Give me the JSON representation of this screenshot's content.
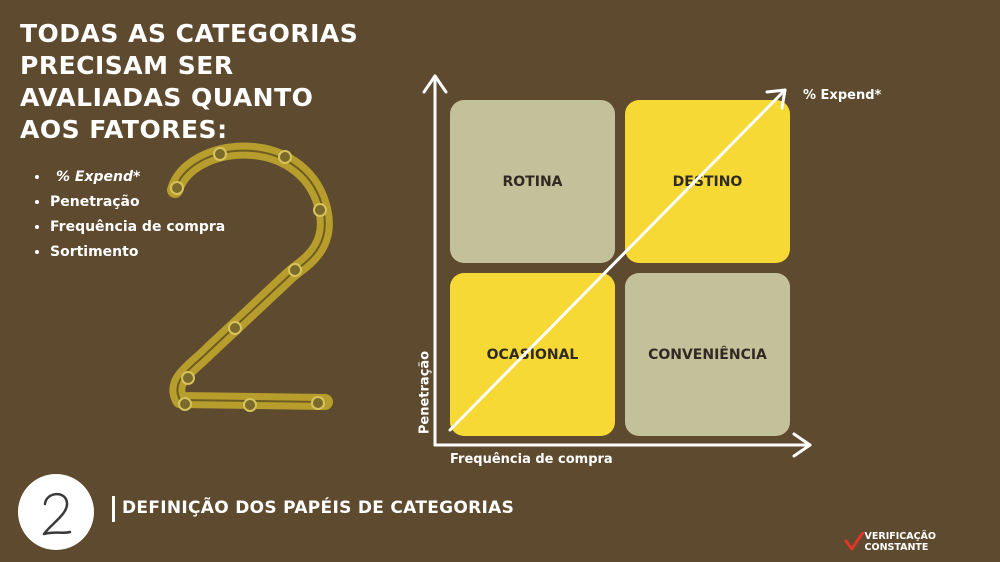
{
  "title": {
    "lines": [
      "TODAS AS CATEGORIAS",
      "PRECISAM SER",
      "AVALIADAS QUANTO",
      "AOS FATORES:"
    ]
  },
  "factors": [
    "% Expend*",
    "Penetração",
    "Frequência de compra",
    "Sortimento"
  ],
  "decoration": {
    "chain_number": "2",
    "chain_color": "#b79e2c"
  },
  "matrix": {
    "quadrants": {
      "top_left": "ROTINA",
      "top_right": "DESTINO",
      "bottom_left": "OCASIONAL",
      "bottom_right": "CONVENIÊNCIA"
    },
    "diagonal_label": "% Expend*",
    "x_axis_label": "Frequência de compra",
    "y_axis_label": "Penetração",
    "colors": {
      "gray": "#c2c19a",
      "yellow": "#f6d934",
      "axis": "#ffffff"
    }
  },
  "footer": {
    "number": "2",
    "section_title": "DEFINIÇÃO DOS PAPÉIS DE CATEGORIAS"
  },
  "brand": {
    "check_icon": "red-checkmark-icon",
    "check_color": "#e5342a",
    "name": "Verificação Constante"
  },
  "background_color": "#5e4a2f"
}
